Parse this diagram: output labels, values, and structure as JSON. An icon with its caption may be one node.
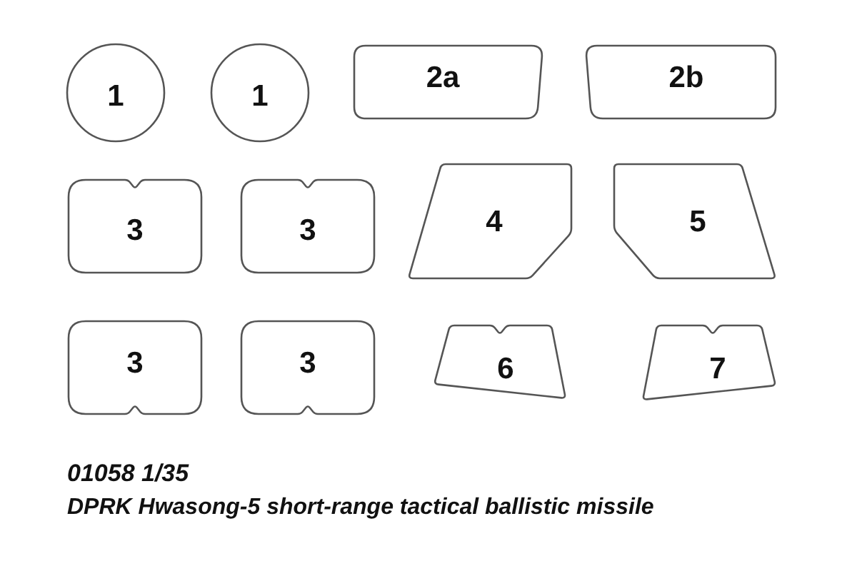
{
  "diagram": {
    "nodes": [
      {
        "text": [
          "1"
        ]
      },
      {
        "text": [
          "1"
        ]
      },
      {
        "text": [
          "2a"
        ]
      },
      {
        "text": [
          "2b"
        ]
      },
      {
        "text": [
          "3"
        ]
      },
      {
        "text": [
          "3"
        ]
      },
      {
        "text": [
          "4"
        ]
      },
      {
        "text": [
          "5"
        ]
      },
      {
        "text": [
          "3"
        ]
      },
      {
        "text": [
          "3"
        ]
      },
      {
        "text": [
          "6"
        ]
      },
      {
        "text": [
          "7"
        ]
      }
    ],
    "labels": [
      "01058 1/35",
      "DPRK Hwasong-5 short-range tactical ballistic missile"
    ]
  }
}
